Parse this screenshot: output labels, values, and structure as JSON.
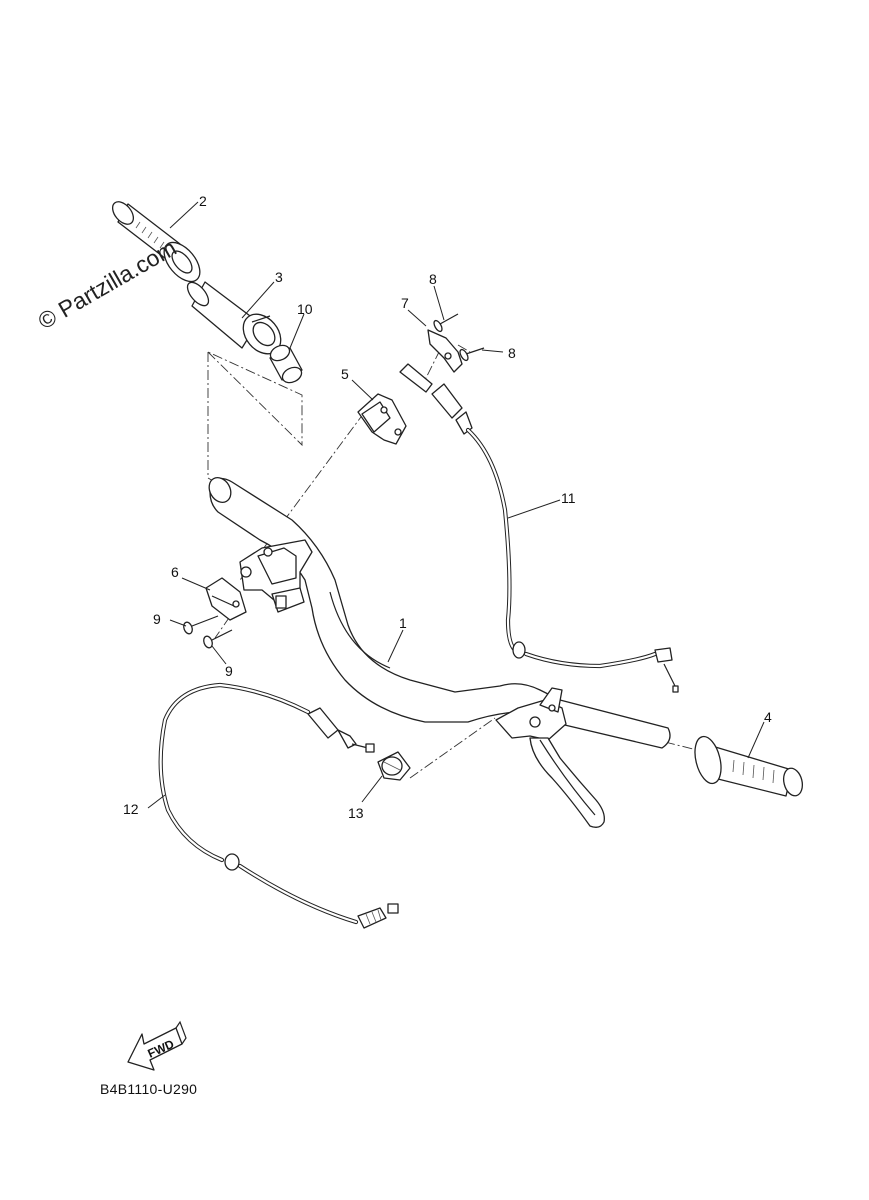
{
  "watermark": "© Partzilla.com",
  "diagram_code": "B4B1110-U290",
  "fwd_label": "FWD",
  "callouts": {
    "c1": "1",
    "c2": "2",
    "c3": "3",
    "c4": "4",
    "c5": "5",
    "c6": "6",
    "c7": "7",
    "c8a": "8",
    "c8b": "8",
    "c9a": "9",
    "c9b": "9",
    "c10": "10",
    "c11": "11",
    "c12": "12",
    "c13": "13"
  }
}
